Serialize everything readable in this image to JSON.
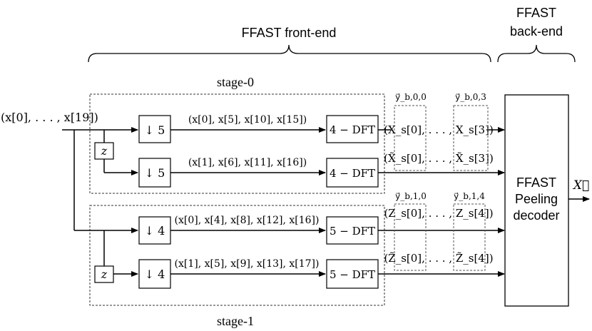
{
  "frontend": {
    "label": "FFAST front-end"
  },
  "backend": {
    "label_line1": "FFAST",
    "label_line2": "back-end"
  },
  "input": {
    "label": "(x[0], . . . , x[19])"
  },
  "stages": [
    {
      "label": "stage-0",
      "branches": [
        {
          "delay": "",
          "downsample": "↓ 5",
          "samples": "(x[0], x[5], x[10], x[15])",
          "dft": "4 − DFT",
          "output": "(X_s[0], . . . , X_s[3])"
        },
        {
          "delay": "z",
          "downsample": "↓ 5",
          "samples": "(x[1], x[6], x[11], x[16])",
          "dft": "4 − DFT",
          "output": "(X̃_s[0], . . . , X̃_s[3])"
        }
      ],
      "bin_labels": [
        "y⃗_b,0,0",
        "y⃗_b,0,3"
      ]
    },
    {
      "label": "stage-1",
      "branches": [
        {
          "delay": "",
          "downsample": "↓ 4",
          "samples": "(x[0], x[4], x[8], x[12], x[16])",
          "dft": "5 − DFT",
          "output": "(Z_s[0], . . . , Z_s[4])"
        },
        {
          "delay": "z",
          "downsample": "↓ 4",
          "samples": "(x[1], x[5], x[9], x[13], x[17])",
          "dft": "5 − DFT",
          "output": "(Z̃_s[0], . . . , Z̃_s[4])"
        }
      ],
      "bin_labels": [
        "y⃗_b,1,0",
        "y⃗_b,1,4"
      ]
    }
  ],
  "decoder": {
    "line1": "FFAST",
    "line2": "Peeling",
    "line3": "decoder"
  },
  "output": {
    "label": "X⃗"
  }
}
